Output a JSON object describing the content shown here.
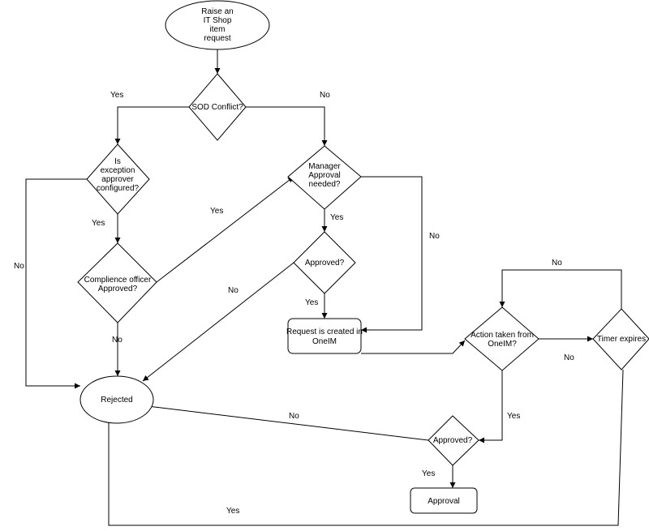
{
  "nodes": {
    "start": [
      "Raise an",
      "IT Shop",
      "item",
      "request"
    ],
    "sod": [
      "SOD Conflict?"
    ],
    "exception": [
      "Is",
      "exception",
      "approver",
      "configured?"
    ],
    "manager": [
      "Manager",
      "Approval",
      "needed?"
    ],
    "compliance": [
      "Complience officer",
      "Approved?"
    ],
    "approved1": [
      "Approved?"
    ],
    "created": [
      "Request is created in",
      "OneIM"
    ],
    "action": [
      "Action taken from",
      "OneIM?"
    ],
    "timer": [
      "Timer expires"
    ],
    "rejected": [
      "Rejected"
    ],
    "approved2": [
      "Approved?"
    ],
    "approval": [
      "Approval"
    ]
  },
  "edge_labels": {
    "sod_yes": "Yes",
    "sod_no": "No",
    "exception_yes": "Yes",
    "exception_no": "No",
    "compliance_yes": "Yes",
    "compliance_no": "No",
    "manager_yes": "Yes",
    "manager_no": "No",
    "approved1_yes": "Yes",
    "approved1_no": "No",
    "action_yes": "Yes",
    "action_no": "No",
    "timer_no": "No",
    "timer_yes": "Yes",
    "approved2_no": "No",
    "approved2_yes": "Yes"
  }
}
